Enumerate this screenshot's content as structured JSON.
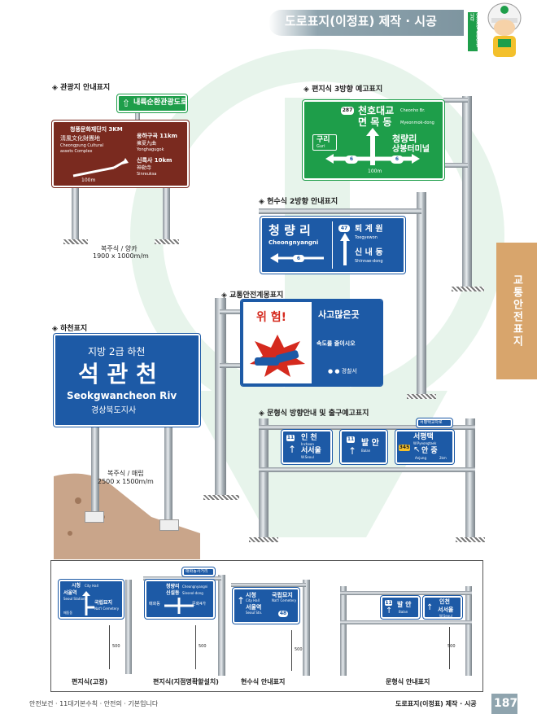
{
  "header": {
    "title": "도로표지(이정표) 제작 · 시공",
    "badge_vertical": "안전제일 불량없습니다"
  },
  "sidetab": {
    "label": "교통안전표지"
  },
  "sections": {
    "tourist": "관광지 안내표지",
    "three_way": "편지식 3방향 예고표지",
    "two_way": "현수식 2방향 안내표지",
    "safety": "교통안전계몽표지",
    "river": "하천표지",
    "gate": "문형식 방향안내 및 출구예고표지"
  },
  "tourist_sign": {
    "top_label": "내륙순환관광도로",
    "left_1": "청풍문화재단지 3KM",
    "left_1_hanja": "淸風文化財團地",
    "left_1_en": "Cheongpung Cultural",
    "left_1_en2": "assets Complex",
    "right_1": "옹하구곡 11km",
    "right_1_hanja": "擁夏九曲",
    "right_1_en": "Yonghagugok",
    "right_2": "신륵사 10km",
    "right_2_hanja": "神勒寺",
    "right_2_en": "Sinreuksa",
    "dist": "100m",
    "caption_1": "복주식 / 양카",
    "caption_2": "1900 x 1000m/m"
  },
  "three_way_sign": {
    "route": "287",
    "line1": "천호대교",
    "line1_en": "Cheonho Br.",
    "line2": "면 목 동",
    "line2_en": "Myeonmok-dong",
    "left": "구리",
    "left_en": "Guri",
    "right": "청량리",
    "right_2": "상봉터미널",
    "route_left": "6",
    "route_right": "6",
    "dist": "100m"
  },
  "two_way_sign": {
    "left_main": "청 량 리",
    "left_en": "Cheongnyangni",
    "left_route": "6",
    "right_route": "47",
    "right_1": "퇴 계 원",
    "right_1_en": "Toegyewon",
    "right_2": "신 내 동",
    "right_2_en": "Shinnae-dong"
  },
  "safety_sign": {
    "danger": "위 험!",
    "line1": "사고많은곳",
    "line2": "속도를 줄이시오",
    "police": "● ● 경찰서"
  },
  "river_sign": {
    "top": "지방 2급 하천",
    "name": "석 관 천",
    "name_en": "Seokgwancheon Riv",
    "bottom": "경상북도지사",
    "caption_1": "복주식 / 매립",
    "caption_2": "2500 x 1500m/m"
  },
  "gate_sign": {
    "top_badge": "서평택교차로",
    "p1_route": "11",
    "p1_a": "인 천",
    "p1_a_en": "Incheon",
    "p1_b": "서서울",
    "p1_b_en": "W.Seoul",
    "p2_route": "11",
    "p2_a": "발 안",
    "p2_a_en": "Balan",
    "p3_a": "서평택",
    "p3_a_en": "W.Pyeongtaek",
    "p3_route": "345",
    "p3_b": "안 중",
    "p3_b_en": "Anjung",
    "p3_dist": "2km"
  },
  "bottom_row": {
    "s1_top": "시청",
    "s1_top_en": "City Hall",
    "s1_mid": "서울역",
    "s1_mid_en": "Seoul Station",
    "s1_right": "국립묘지",
    "s1_right_en": "Nat'l Cemetery",
    "s1_left": "매동동",
    "s2_badge": "매화동사거리",
    "s2_top": "청량리",
    "s2_top_en": "Cheongnyangni",
    "s2_top2": "신설동",
    "s2_top2_en": "Sinseol-dong",
    "s2_left": "매화동",
    "s2_right": "문화4가",
    "s3_a": "시청",
    "s3_a_en": "City Hall",
    "s3_b": "서울역",
    "s3_b_en": "Seoul Stn.",
    "s3_c": "국립묘지",
    "s3_c_en": "Nat'l Cemetery",
    "s3_route": "48",
    "s4_route": "11",
    "s4_a": "발 안",
    "s4_a_en": "Balan",
    "s4_b": "인천",
    "s4_c": "서서울",
    "s4_c_en": "W.Seoul",
    "height_label": "500",
    "cap_1": "편지식(고정)",
    "cap_2": "편지식(지점명확할설치)",
    "cap_3": "현수식 안내표지",
    "cap_4": "문형식 안내표지"
  },
  "footer": {
    "left": "안전보건 · 11대기본수칙 · 안전의 · 기본입니다",
    "right": "도로표지(이정표) 제작 · 시공",
    "page": "187"
  }
}
